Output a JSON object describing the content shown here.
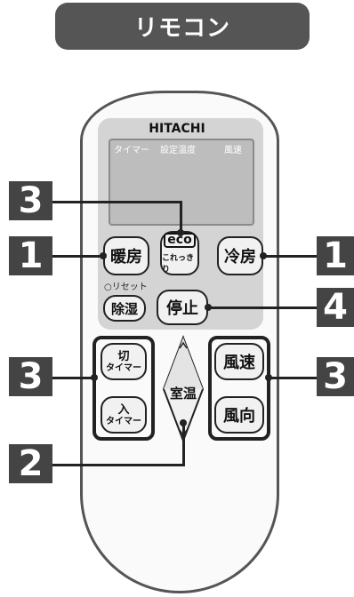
{
  "header": {
    "title": "リモコン"
  },
  "remote": {
    "brand": "HITACHI",
    "display_labels": [
      "タイマー",
      "設定温度",
      "風速"
    ],
    "buttons": {
      "heat": "暖房",
      "eco_top": "eco",
      "eco_sub": "これっきり",
      "cool": "冷房",
      "reset_label": "○リセット",
      "dehumid": "除湿",
      "stop": "停止",
      "timer_off_main": "切",
      "timer_off_sub": "タイマー",
      "timer_on_main": "入",
      "timer_on_sub": "タイマー",
      "room_temp": "室温",
      "fan_speed": "風速",
      "fan_dir": "風向"
    }
  },
  "callouts": {
    "eco": "3",
    "heat": "1",
    "cool": "1",
    "stop": "4",
    "timer": "3",
    "fan": "3",
    "temp": "2"
  }
}
